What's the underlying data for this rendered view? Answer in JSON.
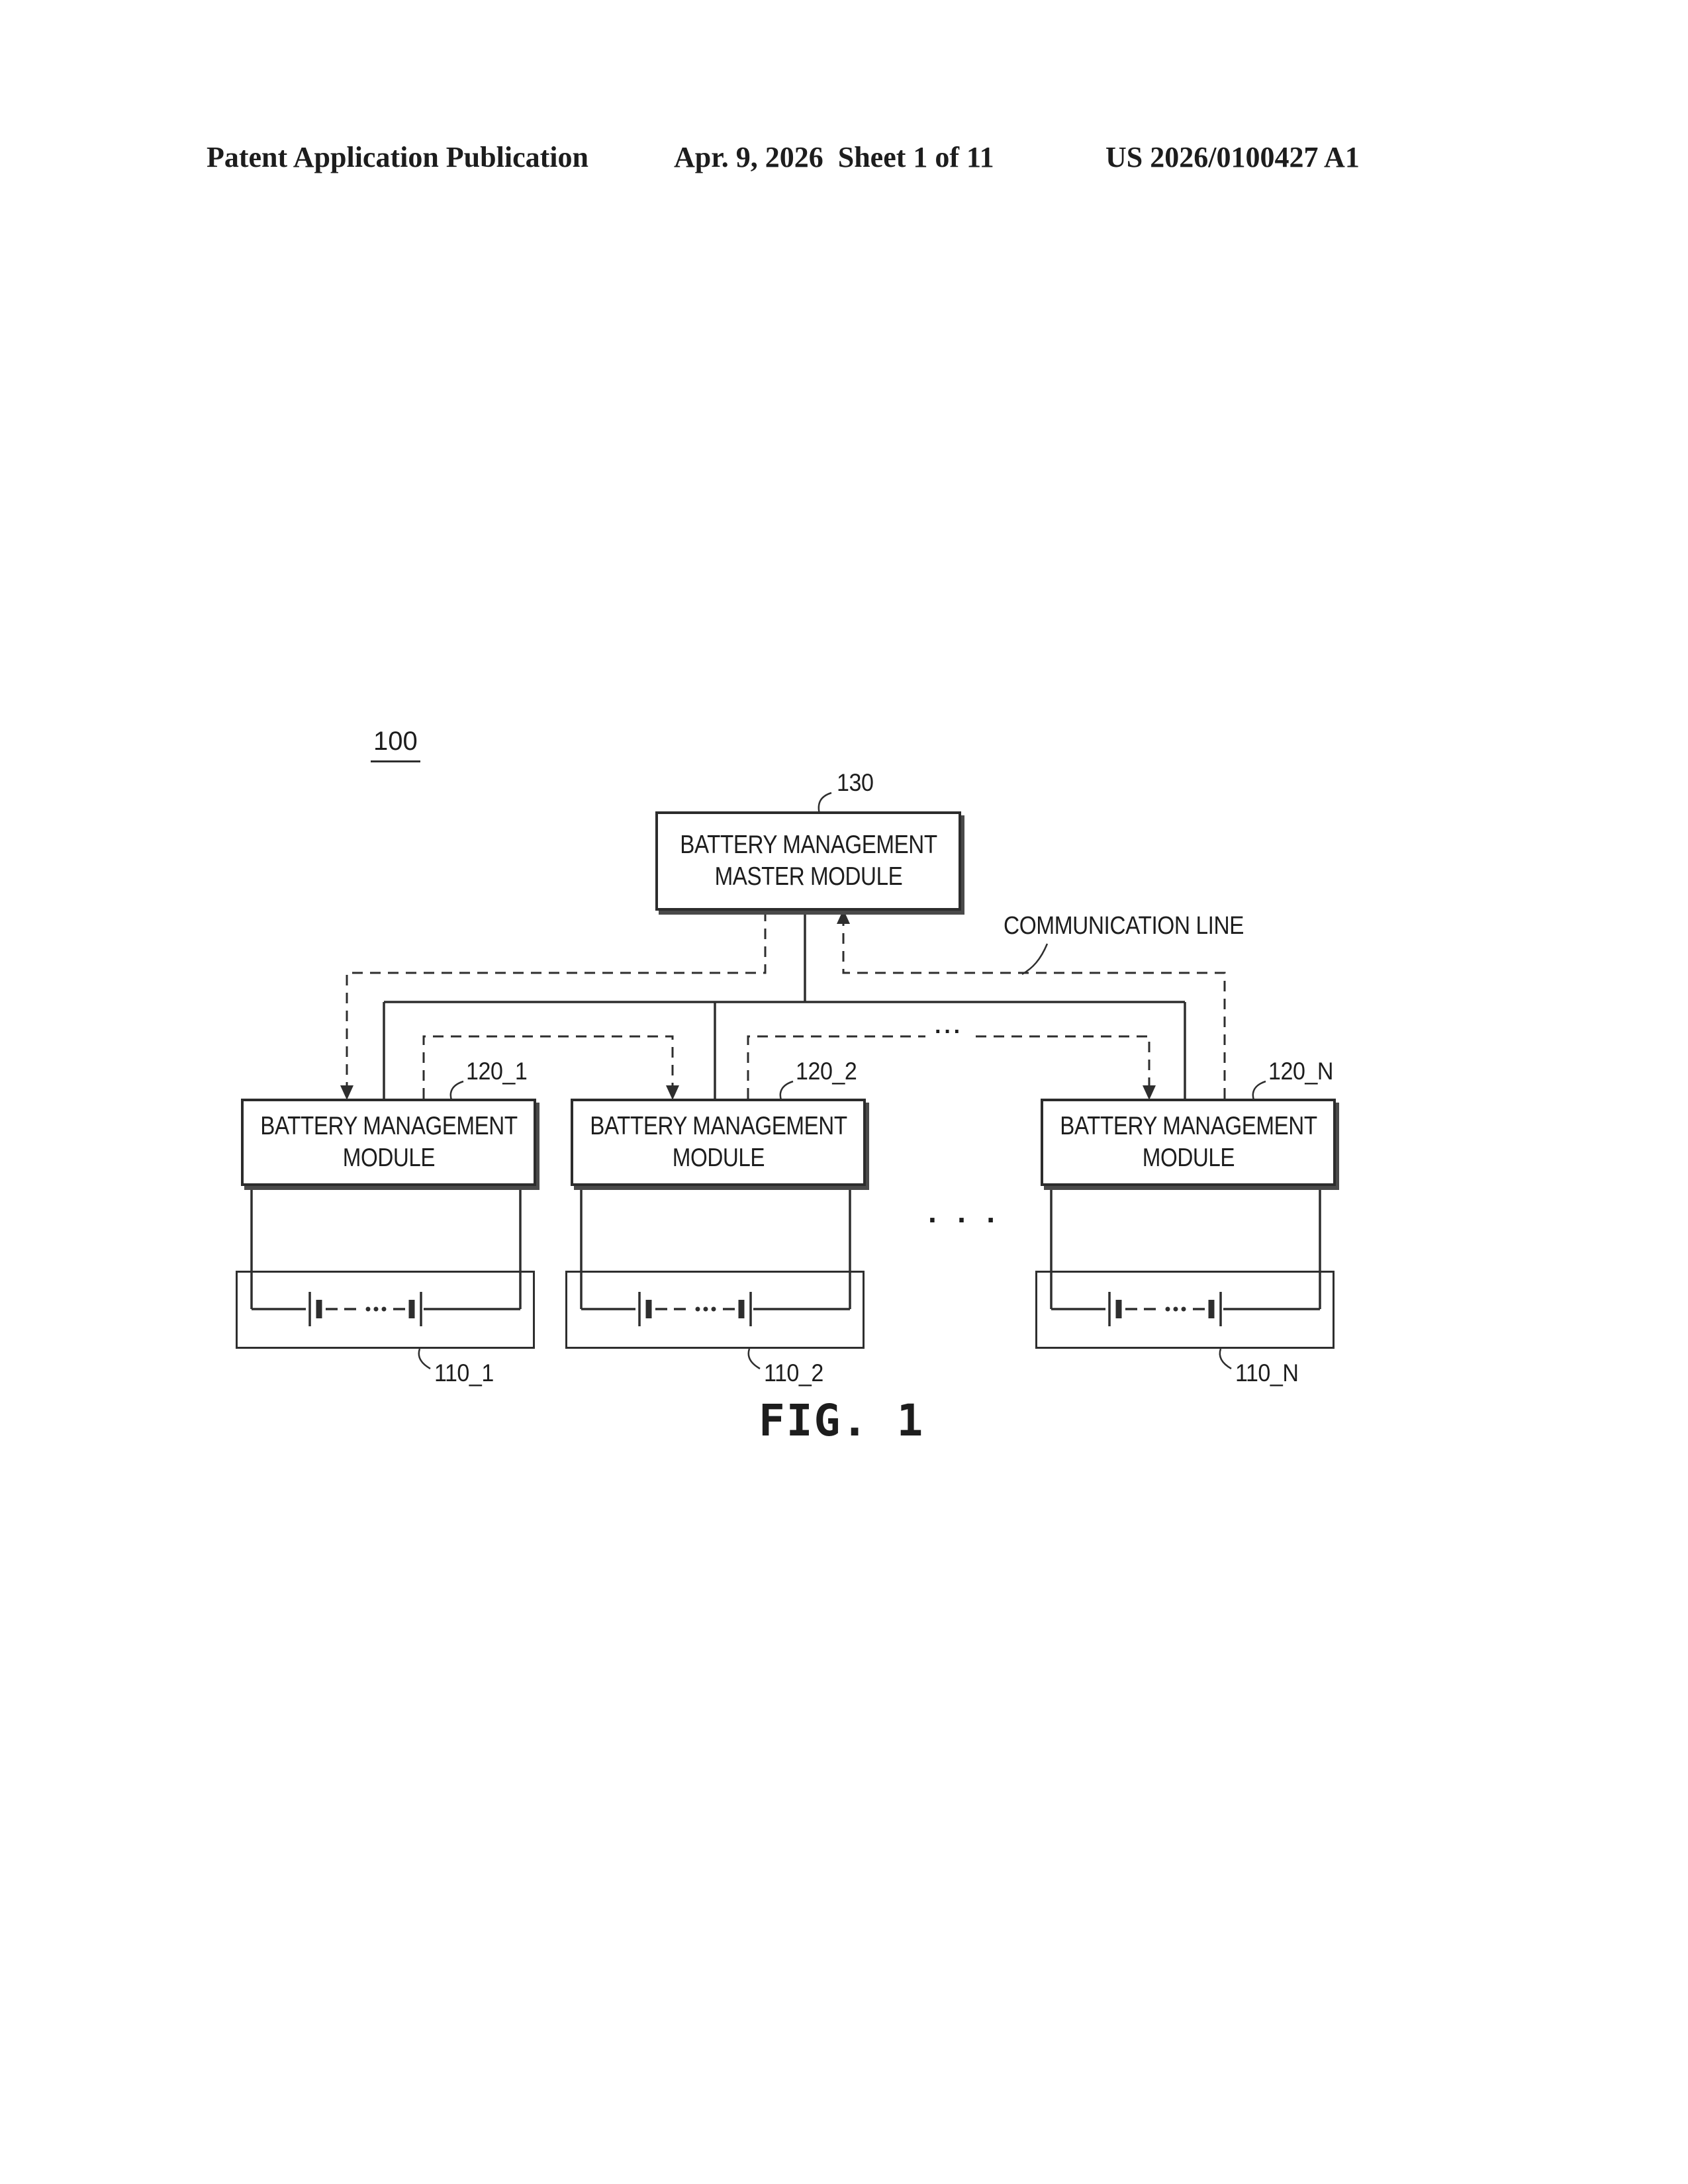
{
  "colors": {
    "ink": "#2e2e2e",
    "paper": "#ffffff"
  },
  "header": {
    "left": "Patent Application Publication",
    "center": "Apr. 9, 2026  Sheet 1 of 11",
    "right": "US 2026/0100427 A1"
  },
  "figure": {
    "caption": "FIG. 1",
    "system_ref": "100",
    "communication_line_label": "COMMUNICATION LINE",
    "master_module": {
      "ref": "130",
      "label_line1": "BATTERY MANAGEMENT",
      "label_line2": "MASTER MODULE"
    },
    "modules": [
      {
        "ref": "120_1",
        "label_line1": "BATTERY MANAGEMENT",
        "label_line2": "MODULE",
        "battery_ref": "110_1"
      },
      {
        "ref": "120_2",
        "label_line1": "BATTERY MANAGEMENT",
        "label_line2": "MODULE",
        "battery_ref": "110_2"
      },
      {
        "ref": "120_N",
        "label_line1": "BATTERY MANAGEMENT",
        "label_line2": "MODULE",
        "battery_ref": "110_N"
      }
    ],
    "modules_ellipsis": "· · ·",
    "comm_line_ellipsis": "···"
  }
}
